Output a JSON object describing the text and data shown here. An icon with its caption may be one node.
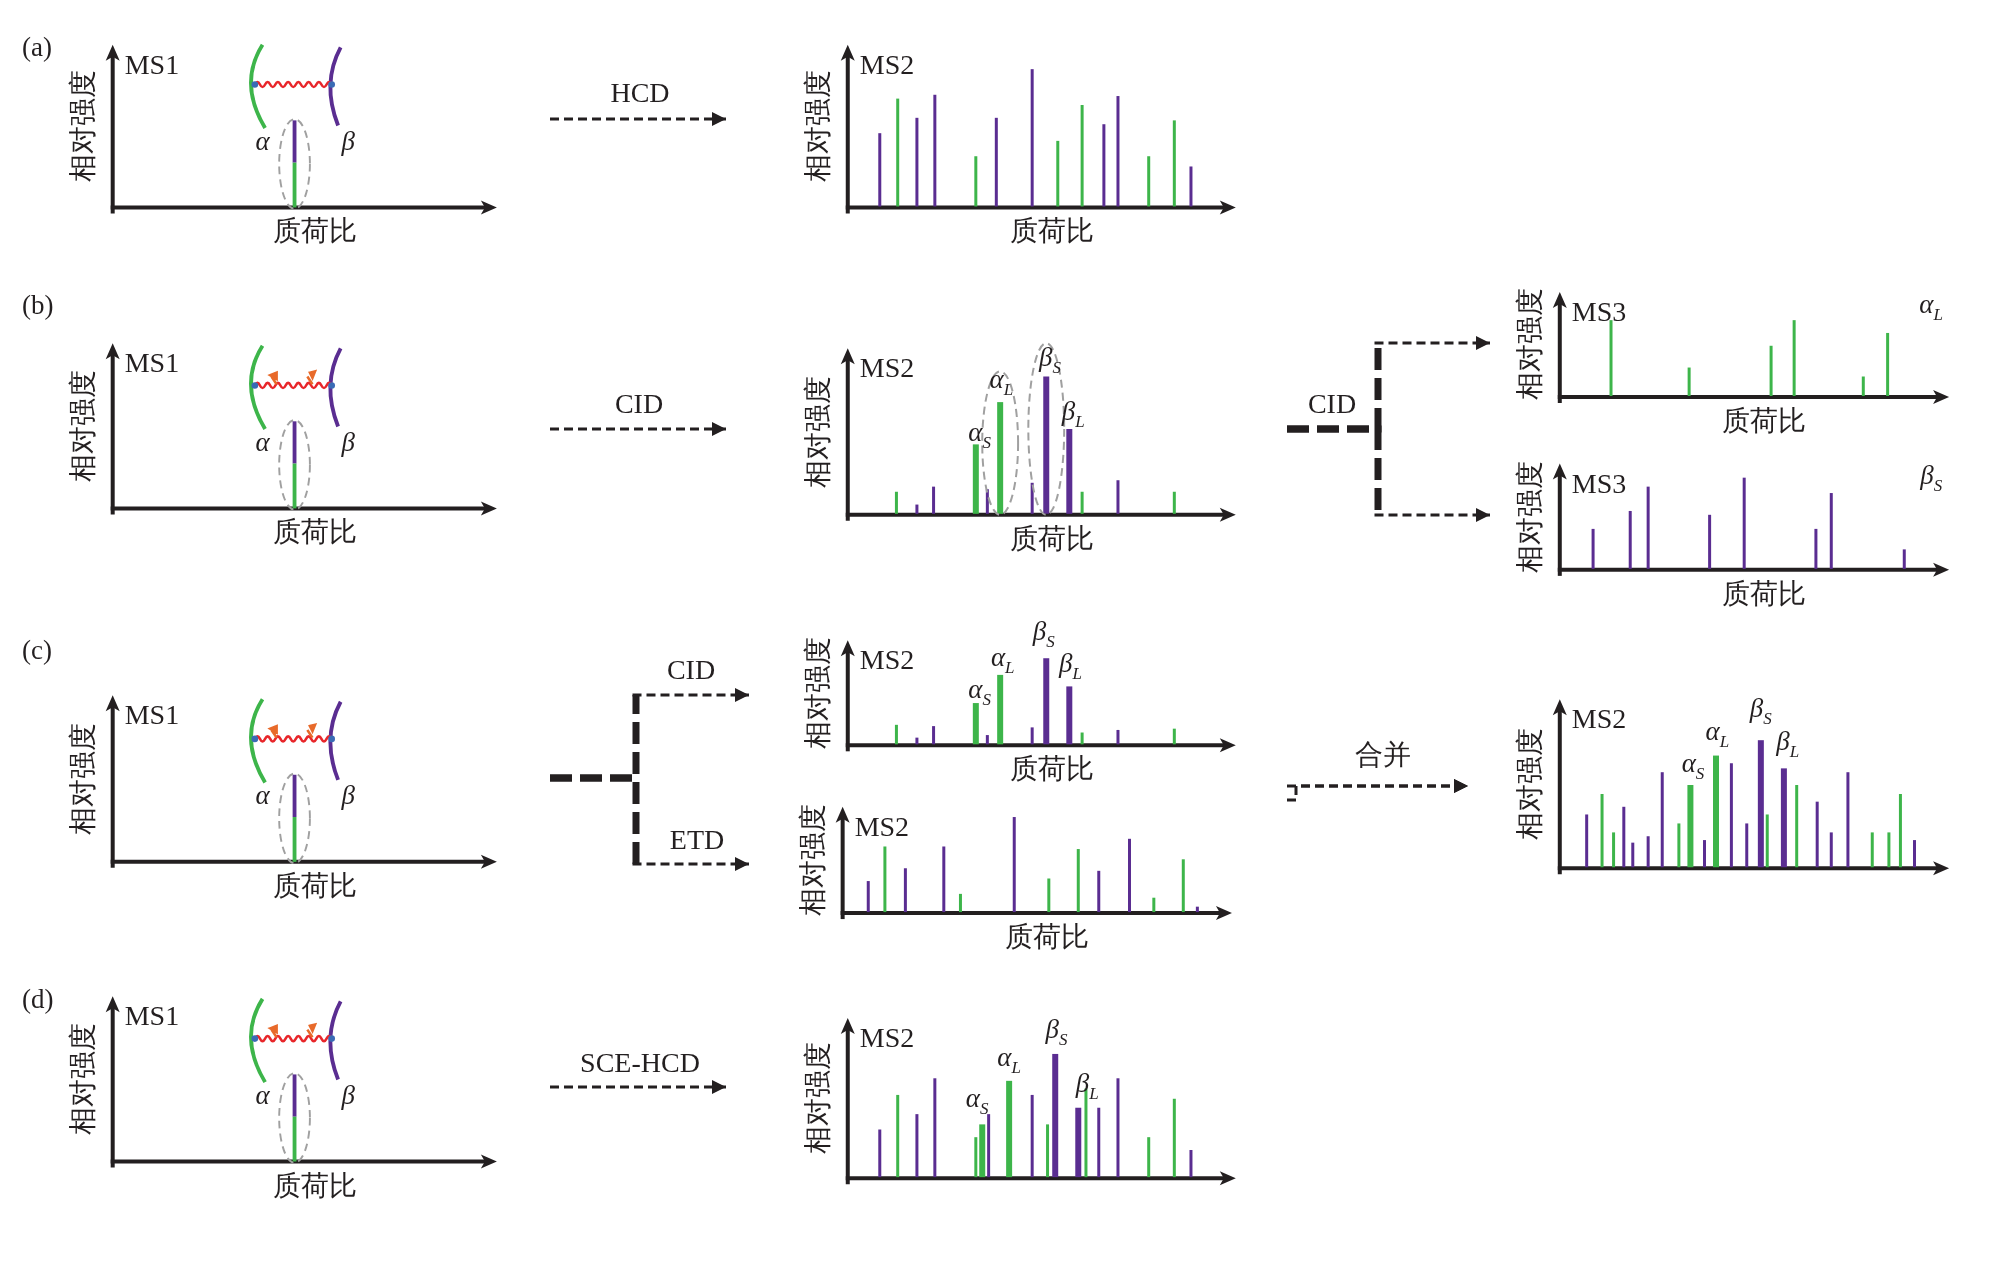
{
  "diagram": {
    "nodes": [
      {
        "text": [
          "MS1",
          "相对强度",
          "质荷比",
          "α",
          "β"
        ]
      },
      {
        "text": [
          "MS2",
          "相对强度",
          "质荷比"
        ]
      },
      {
        "text": [
          "MS1",
          "相对强度",
          "质荷比",
          "α",
          "β"
        ]
      },
      {
        "text": [
          "MS2",
          "相对强度",
          "质荷比",
          "α$_{S}$",
          "α$_{L}$",
          "β$_{S}$",
          "β$_{L}$"
        ]
      },
      {
        "text": [
          "MS3",
          "相对强度",
          "质荷比",
          "α$_{L}$"
        ]
      },
      {
        "text": [
          "MS3",
          "相对强度",
          "质荷比",
          "β$_{S}$"
        ]
      },
      {
        "text": [
          "MS1",
          "相对强度",
          "质荷比",
          "α",
          "β"
        ]
      },
      {
        "text": [
          "MS2",
          "相对强度",
          "质荷比",
          "α$_{S}$",
          "α$_{L}$",
          "β$_{S}$",
          "β$_{L}$"
        ]
      },
      {
        "text": [
          "MS2",
          "相对强度",
          "质荷比"
        ]
      },
      {
        "text": [
          "MS2",
          "相对强度",
          "α$_{S}$",
          "α$_{L}$",
          "β$_{S}$",
          "β$_{L}$"
        ]
      },
      {
        "text": [
          "MS1",
          "相对强度",
          "质荷比",
          "α",
          "β"
        ]
      },
      {
        "text": [
          "MS2",
          "相对强度",
          "α$_{S}$",
          "α$_{L}$",
          "β$_{S}$",
          "β$_{L}$"
        ]
      }
    ],
    "edges": [
      {
        "from": 0,
        "to": 1,
        "arrow": "to",
        "label": "HCD"
      },
      {
        "from": 2,
        "to": 3,
        "arrow": "to",
        "label": "CID"
      },
      {
        "from": 3,
        "to": 4,
        "arrow": "to",
        "label": "CID"
      },
      {
        "from": 3,
        "to": 5,
        "arrow": "to"
      },
      {
        "from": 6,
        "to": 7,
        "arrow": "to",
        "label": "CID"
      },
      {
        "from": 6,
        "to": 8,
        "arrow": "to",
        "label": "ETD"
      },
      {
        "from": 7,
        "to": 9,
        "arrow": "to",
        "label": "合并"
      },
      {
        "from": 8,
        "to": 9,
        "arrow": "to"
      },
      {
        "from": 10,
        "to": 11,
        "arrow": "to",
        "label": "SCE-HCD"
      }
    ],
    "labels": [
      "(a)",
      "(b)",
      "(c)",
      "(d)"
    ]
  }
}
